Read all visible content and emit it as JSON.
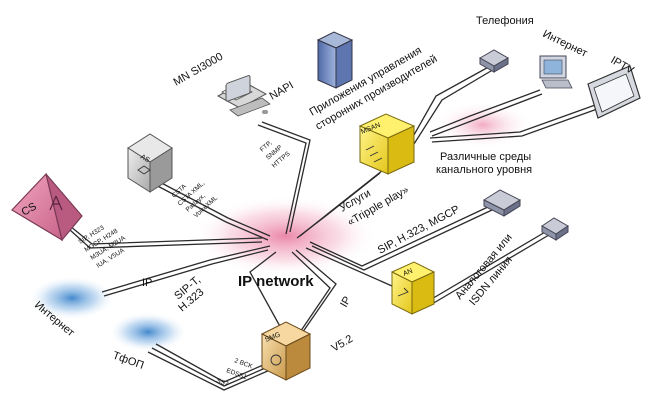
{
  "center": {
    "label": "IP network"
  },
  "nodes": {
    "cs": {
      "label": "CS"
    },
    "as": {
      "label": "AS"
    },
    "msan": {
      "label": "MSAN"
    },
    "an": {
      "label": "AN"
    },
    "smg": {
      "label": "SMG"
    }
  },
  "clouds": {
    "internet_left": "Интернет",
    "pstn": "ТфОП"
  },
  "labels": {
    "mn": "MN SI3000",
    "napi": "NAPI",
    "apps_line1": "Приложения управления",
    "apps_line2": "сторонних производителей",
    "telephony": "Телефония",
    "internet_top": "Интернет",
    "iptv": "IPTV",
    "media_line1": "Различные среды",
    "media_line2": "канального уровня",
    "services_line1": "Услуги",
    "services_line2": "«Tripple play»",
    "sip_h323_mgcp": "SIP, H.323, MGCP",
    "analog_line1": "Аналоговая или",
    "analog_line2": "ISDN линия",
    "ip_left": "IP",
    "ip_right": "IP",
    "sipt_line1": "SIP-T,",
    "sipt_line2": "H.323",
    "v52": "V5.2",
    "cs_protocols": [
      "SIP, H323",
      "MGCP, H248",
      "M3UA, M2UA",
      "IUA, V5UA"
    ],
    "as_protocols": [
      "CSTA",
      "CSTA XML,",
      "Parlayx,",
      "VoiceXML"
    ],
    "mn_protocols": [
      "FTP,",
      "SNMP",
      "HTTPS"
    ],
    "pstn_protocols": [
      "2 BCK",
      "EDSS1",
      "SS7"
    ]
  },
  "colors": {
    "cs_fill": "#e48aa6",
    "box_yellow": "#f2e030",
    "box_gray": "#c9c9c9",
    "box_tan": "#e8c78c",
    "glow_pink": "#f2a6bd",
    "glow_blue": "#6fa6dc",
    "line": "#2b2b2b"
  }
}
